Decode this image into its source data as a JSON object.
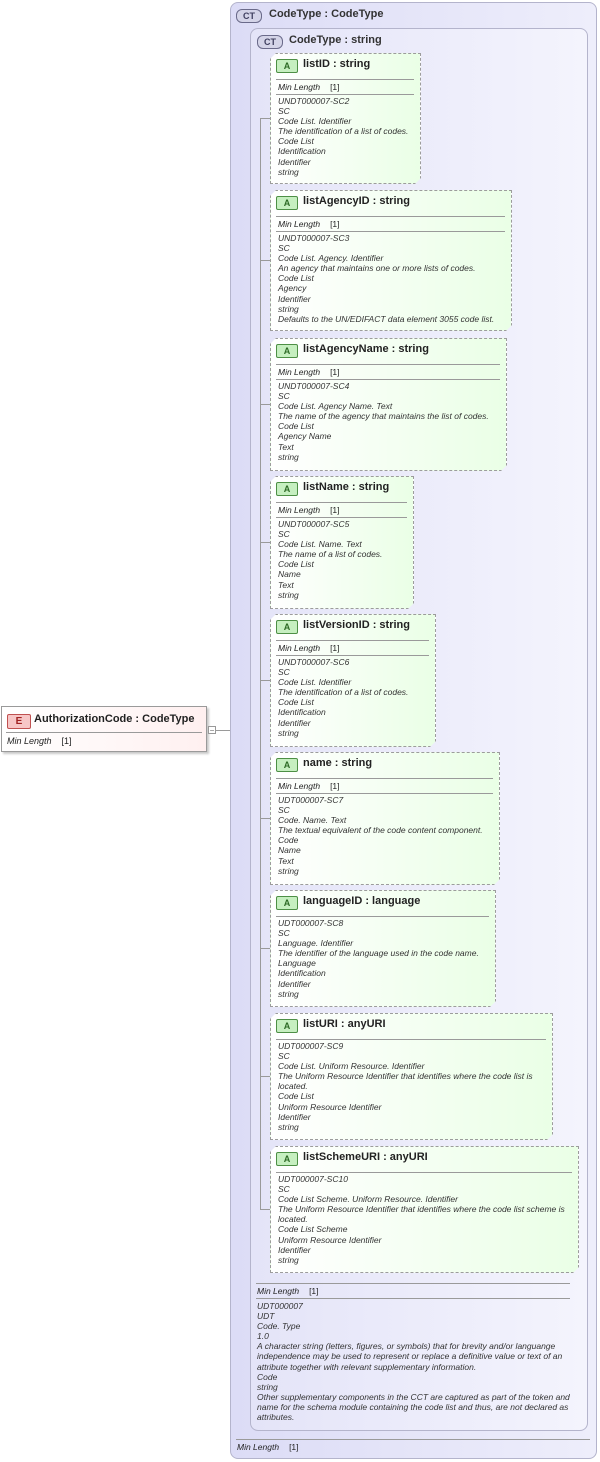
{
  "element": {
    "badge": "E",
    "title": "AuthorizationCode : CodeType",
    "facet": {
      "name": "Min Length",
      "value": "[1]"
    }
  },
  "collapse_symbol": "−",
  "outer_complex_type": {
    "badge": "CT",
    "title": "CodeType : CodeType",
    "facet": {
      "name": "Min Length",
      "value": "[1]"
    }
  },
  "inner_complex_type": {
    "badge": "CT",
    "title": "CodeType : string",
    "facet": {
      "name": "Min Length",
      "value": "[1]"
    },
    "documentation": [
      "UDT000007",
      "UDT",
      "Code. Type",
      "1.0",
      "A character string (letters, figures, or symbols) that for brevity and/or languange independence may be used to represent or replace a definitive value or text of an attribute together with relevant supplementary information.",
      "Code",
      "string",
      "Other supplementary components in the CCT are captured as part of the token and name for the schema module containing the code list and thus, are not declared as attributes."
    ]
  },
  "attributes": [
    {
      "badge": "A",
      "title": "listID      : string",
      "facet": {
        "name": "Min Length",
        "value": "[1]"
      },
      "documentation": [
        "UNDT000007-SC2",
        "SC",
        "Code List. Identifier",
        "The identification of a list of codes.",
        "Code List",
        "Identification",
        "Identifier",
        "string"
      ]
    },
    {
      "badge": "A",
      "title": "listAgencyID : string",
      "facet": {
        "name": "Min Length",
        "value": "[1]"
      },
      "documentation": [
        "UNDT000007-SC3",
        "SC",
        "Code List. Agency. Identifier",
        "An agency that maintains one or more lists of codes.",
        "Code List",
        "Agency",
        "Identifier",
        "string",
        "Defaults to the UN/EDIFACT data element 3055 code list."
      ]
    },
    {
      "badge": "A",
      "title": "listAgencyName : string",
      "facet": {
        "name": "Min Length",
        "value": "[1]"
      },
      "documentation": [
        "UNDT000007-SC4",
        "SC",
        "Code List. Agency Name. Text",
        "The name of the agency that maintains the list of codes.",
        "Code List",
        "Agency Name",
        "Text",
        "string"
      ]
    },
    {
      "badge": "A",
      "title": "listName : string",
      "facet": {
        "name": "Min Length",
        "value": "[1]"
      },
      "documentation": [
        "UNDT000007-SC5",
        "SC",
        "Code List. Name. Text",
        "The name of a list of codes.",
        "Code List",
        "Name",
        "Text",
        "string"
      ]
    },
    {
      "badge": "A",
      "title": "listVersionID : string",
      "facet": {
        "name": "Min Length",
        "value": "[1]"
      },
      "documentation": [
        "UNDT000007-SC6",
        "SC",
        "Code List. Identifier",
        "The identification of a list of codes.",
        "Code List",
        "Identification",
        "Identifier",
        "string"
      ]
    },
    {
      "badge": "A",
      "title": "name      : string",
      "facet": {
        "name": "Min Length",
        "value": "[1]"
      },
      "documentation": [
        "UDT000007-SC7",
        "SC",
        "Code. Name. Text",
        "The textual equivalent of the code content component.",
        "Code",
        "Name",
        "Text",
        "string"
      ]
    },
    {
      "badge": "A",
      "title": "languageID : language",
      "documentation": [
        "UDT000007-SC8",
        "SC",
        "Language. Identifier",
        "The identifier of the language used in the code name.",
        "Language",
        "Identification",
        "Identifier",
        "string"
      ]
    },
    {
      "badge": "A",
      "title": "listURI    : anyURI",
      "documentation": [
        "UDT000007-SC9",
        "SC",
        "Code List. Uniform Resource. Identifier",
        "The Uniform Resource Identifier that identifies where the code list is located.",
        "Code List",
        "Uniform Resource Identifier",
        "Identifier",
        "string"
      ]
    },
    {
      "badge": "A",
      "title": "listSchemeURI : anyURI",
      "documentation": [
        "UDT000007-SC10",
        "SC",
        "Code List Scheme. Uniform Resource. Identifier",
        "The Uniform Resource Identifier that identifies where the code list scheme is located.",
        "Code List Scheme",
        "Uniform Resource Identifier",
        "Identifier",
        "string"
      ]
    }
  ]
}
